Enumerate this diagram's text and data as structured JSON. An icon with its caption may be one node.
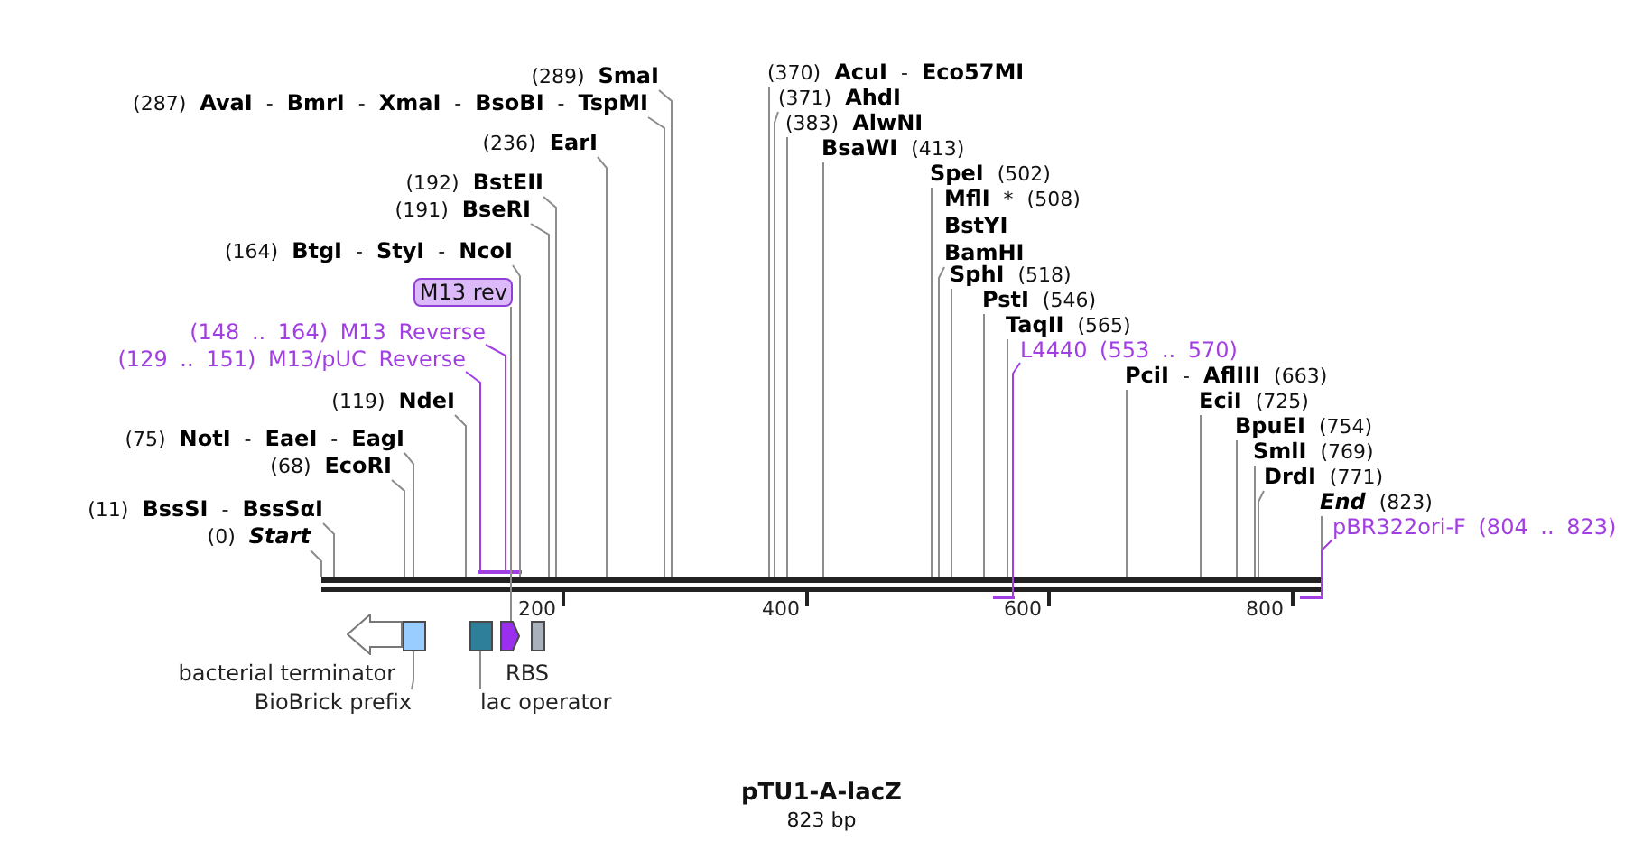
{
  "diagram": {
    "title": "pTU1-A-lacZ",
    "caption": "823 bp",
    "nodes": [
      {
        "text": [
          "(289) **SmaI**"
        ]
      },
      {
        "text": [
          "(287) **AvaI** - **BmrI** - **XmaI** - **BsoBI** - **TspMI**"
        ]
      },
      {
        "text": [
          "(236) **EarI**"
        ]
      },
      {
        "text": [
          "(192) **BstEII**"
        ]
      },
      {
        "text": [
          "(191) **BseRI**"
        ]
      },
      {
        "text": [
          "(164) **BtgI** - **StyI** - **NcoI**"
        ]
      },
      {
        "text": [
          "M13 rev"
        ]
      },
      {
        "text": [
          "(148 .. 164) M13 Reverse"
        ]
      },
      {
        "text": [
          "(129 .. 151) M13/pUC Reverse"
        ]
      },
      {
        "text": [
          "(119) **NdeI**"
        ]
      },
      {
        "text": [
          "(75) **NotI** - **EaeI** - **EagI**"
        ]
      },
      {
        "text": [
          "(68) **EcoRI**"
        ]
      },
      {
        "text": [
          "(11) **BssSI** - **BssSαI**"
        ]
      },
      {
        "text": [
          "(0) **Start**"
        ]
      },
      {
        "text": [
          "(383) **AlwNI**"
        ]
      },
      {
        "text": [
          "(371) **AhdI**"
        ]
      },
      {
        "text": [
          "(370) **AcuI** - **Eco57MI**"
        ]
      },
      {
        "text": [
          "**BsaWI** (413)"
        ]
      },
      {
        "text": [
          "**SphI** (518)"
        ]
      },
      {
        "text": [
          "**PstI** (546)"
        ]
      },
      {
        "text": [
          "**TaqII** (565)"
        ]
      },
      {
        "text": [
          "L4440 (553 .. 570)"
        ]
      },
      {
        "text": [
          "**PciI** - **AflIII** (663)"
        ]
      },
      {
        "text": [
          "**EciI** (725)"
        ]
      },
      {
        "text": [
          "**SpeI** (502)"
        ]
      },
      {
        "text": [
          "**MflI** * (508)",
          "**BstYI**",
          "**BamHI**"
        ]
      },
      {
        "text": [
          "**BpuEI** (754)"
        ]
      },
      {
        "text": [
          "**SmlI** (769)"
        ]
      },
      {
        "text": [
          "**DrdI** (771)"
        ]
      },
      {
        "text": [
          "**End** (823)"
        ]
      },
      {
        "text": [
          "pBR322ori-F (804 .. 823)"
        ]
      },
      {
        "text": [],
        "shape": "bar"
      },
      {
        "text": [],
        "shape": "bar"
      },
      {
        "text": [],
        "shape": "bar"
      },
      {
        "text": [],
        "shape": "bar"
      },
      {
        "text": [],
        "shape": "bar"
      },
      {
        "text": [],
        "shape": "arrow",
        "beside": [
          "bacterial terminator"
        ]
      },
      {
        "text": [],
        "shape": "box"
      },
      {
        "text": [],
        "shape": "box"
      },
      {
        "text": [],
        "shape": "pentagon"
      },
      {
        "text": [],
        "shape": "box",
        "beside": [
          "RBS"
        ]
      },
      {
        "text": [
          "BioBrick prefix"
        ]
      },
      {
        "text": [
          "lac operator"
        ]
      }
    ],
    "edges": [
      {
        "from": 0,
        "to": 31,
        "arrow": "none"
      },
      {
        "from": 1,
        "to": 31,
        "arrow": "none"
      },
      {
        "from": 2,
        "to": 31,
        "arrow": "none"
      },
      {
        "from": 3,
        "to": 31,
        "arrow": "none"
      },
      {
        "from": 4,
        "to": 31,
        "arrow": "none"
      },
      {
        "from": 5,
        "to": 31,
        "arrow": "none"
      },
      {
        "from": 6,
        "to": 39,
        "arrow": "none"
      },
      {
        "from": 7,
        "to": 33,
        "arrow": "none",
        "color": "#a23fe3"
      },
      {
        "from": 8,
        "to": 32,
        "arrow": "none",
        "color": "#a23fe3"
      },
      {
        "from": 9,
        "to": 31,
        "arrow": "none"
      },
      {
        "from": 10,
        "to": 31,
        "arrow": "none"
      },
      {
        "from": 11,
        "to": 31,
        "arrow": "none"
      },
      {
        "from": 12,
        "to": 31,
        "arrow": "none"
      },
      {
        "from": 13,
        "to": 31,
        "arrow": "none"
      },
      {
        "from": 14,
        "to": 31,
        "arrow": "none"
      },
      {
        "from": 15,
        "to": 31,
        "arrow": "none"
      },
      {
        "from": 16,
        "to": 31,
        "arrow": "none"
      },
      {
        "from": 17,
        "to": 31,
        "arrow": "none"
      },
      {
        "from": 18,
        "to": 31,
        "arrow": "none"
      },
      {
        "from": 19,
        "to": 31,
        "arrow": "none"
      },
      {
        "from": 20,
        "to": 31,
        "arrow": "none"
      },
      {
        "from": 21,
        "to": 34,
        "arrow": "none",
        "color": "#a23fe3"
      },
      {
        "from": 22,
        "to": 31,
        "arrow": "none"
      },
      {
        "from": 23,
        "to": 31,
        "arrow": "none"
      },
      {
        "from": 24,
        "to": 31,
        "arrow": "none"
      },
      {
        "from": 25,
        "to": 31,
        "arrow": "none"
      },
      {
        "from": 26,
        "to": 31,
        "arrow": "none"
      },
      {
        "from": 27,
        "to": 31,
        "arrow": "none"
      },
      {
        "from": 28,
        "to": 31,
        "arrow": "none"
      },
      {
        "from": 29,
        "to": 31,
        "arrow": "none"
      },
      {
        "from": 30,
        "to": 35,
        "arrow": "none",
        "color": "#a23fe3"
      },
      {
        "from": 41,
        "to": 37,
        "arrow": "none"
      },
      {
        "from": 42,
        "to": 38,
        "arrow": "none"
      }
    ],
    "labels": [
      "200",
      "400",
      "600",
      "800"
    ]
  }
}
